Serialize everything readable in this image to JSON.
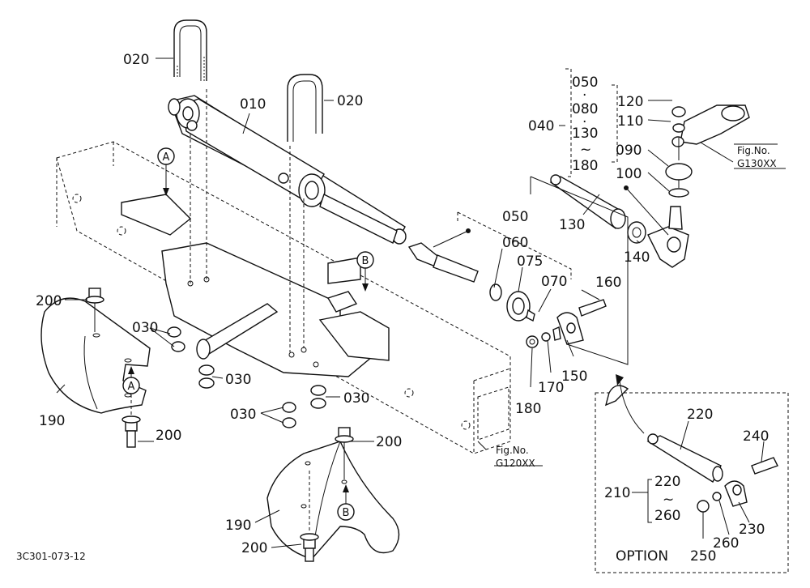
{
  "drawing_id": "3C301-073-12",
  "parts": {
    "p010": "010",
    "p020a": "020",
    "p020b": "020",
    "p030a": "030",
    "p030b": "030",
    "p030c": "030",
    "p030d": "030",
    "p040": "040",
    "p050a": "050",
    "p050b": "050",
    "p060": "060",
    "p070": "070",
    "p075": "075",
    "p080": "080",
    "p090": "090",
    "p100": "100",
    "p110": "110",
    "p120": "120",
    "p130a": "130",
    "p130b": "130",
    "p140": "140",
    "p150": "150",
    "p160": "160",
    "p170": "170",
    "p180a": "180",
    "p180b": "180",
    "p190a": "190",
    "p190b": "190",
    "p200a": "200",
    "p200b": "200",
    "p200c": "200",
    "p200d": "200",
    "p210": "210",
    "p220a": "220",
    "p220b": "220",
    "p230": "230",
    "p240": "240",
    "p250": "250",
    "p260a": "260",
    "p260b": "260"
  },
  "symbols": {
    "dot": "·",
    "tilde": "~",
    "A": "A",
    "B": "B"
  },
  "refs": {
    "fig_label": "Fig.No.",
    "fig_g130": "G130XX",
    "fig_g120": "G120XX"
  },
  "option_label": "OPTION"
}
